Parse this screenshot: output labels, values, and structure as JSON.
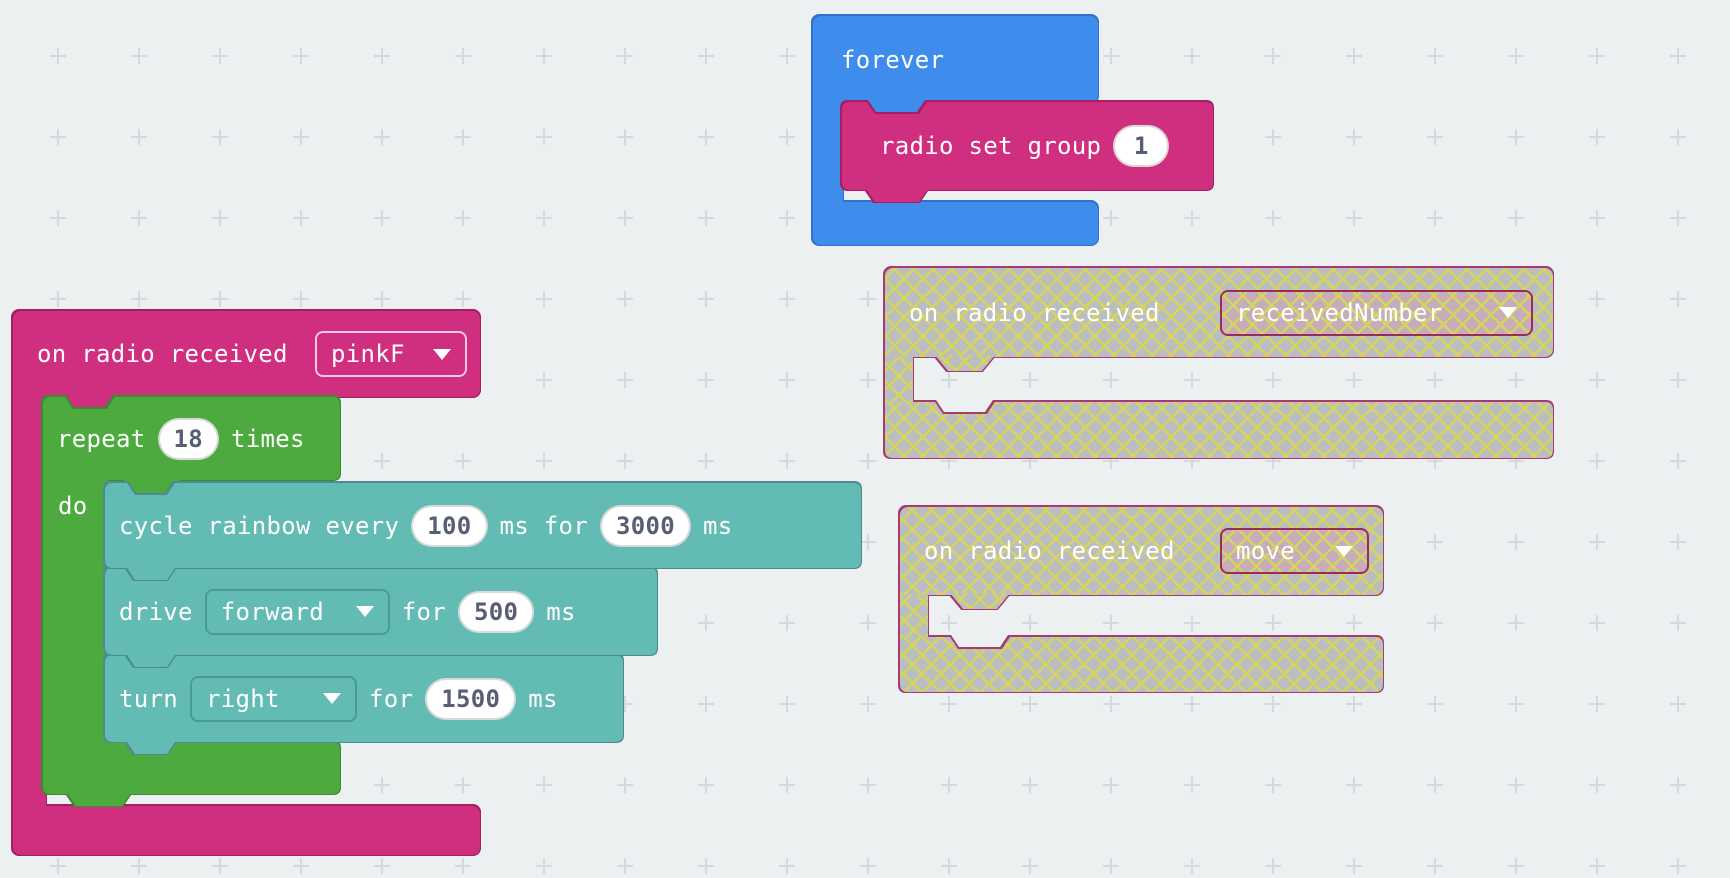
{
  "workspace": {
    "background_color": "#edf0f1",
    "grid_mark_color": "#d5d9dd"
  },
  "colors": {
    "basic_blue": "#3e8ded",
    "radio_pink": "#d02e7f",
    "loops_green": "#4caa3e",
    "motor_teal": "#63bcb4",
    "disabled_gray": "#babec1",
    "disabled_hatch_yellow": "#d4d55f",
    "disabled_border_magenta": "#a63a74",
    "value_text": "#575e75"
  },
  "blocks": {
    "forever": {
      "label": "forever"
    },
    "radio_set_group": {
      "label": "radio set group",
      "group_value": "1"
    },
    "on_radio_received_pink": {
      "label": "on radio received",
      "dropdown_value": "pinkF"
    },
    "repeat_loop": {
      "label_repeat": "repeat",
      "count_value": "18",
      "label_times": "times",
      "label_do": "do"
    },
    "cycle_rainbow": {
      "label_start": "cycle rainbow every",
      "interval_value": "100",
      "label_mid": "ms for",
      "duration_value": "3000",
      "label_end": "ms"
    },
    "drive": {
      "label": "drive",
      "direction_value": "forward",
      "label_for": "for",
      "duration_value": "500",
      "label_ms": "ms"
    },
    "turn": {
      "label": "turn",
      "direction_value": "right",
      "label_for": "for",
      "duration_value": "1500",
      "label_ms": "ms"
    },
    "on_radio_received_number": {
      "label": "on radio received",
      "dropdown_value": "receivedNumber"
    },
    "on_radio_received_move": {
      "label": "on radio received",
      "dropdown_value": "move"
    }
  }
}
